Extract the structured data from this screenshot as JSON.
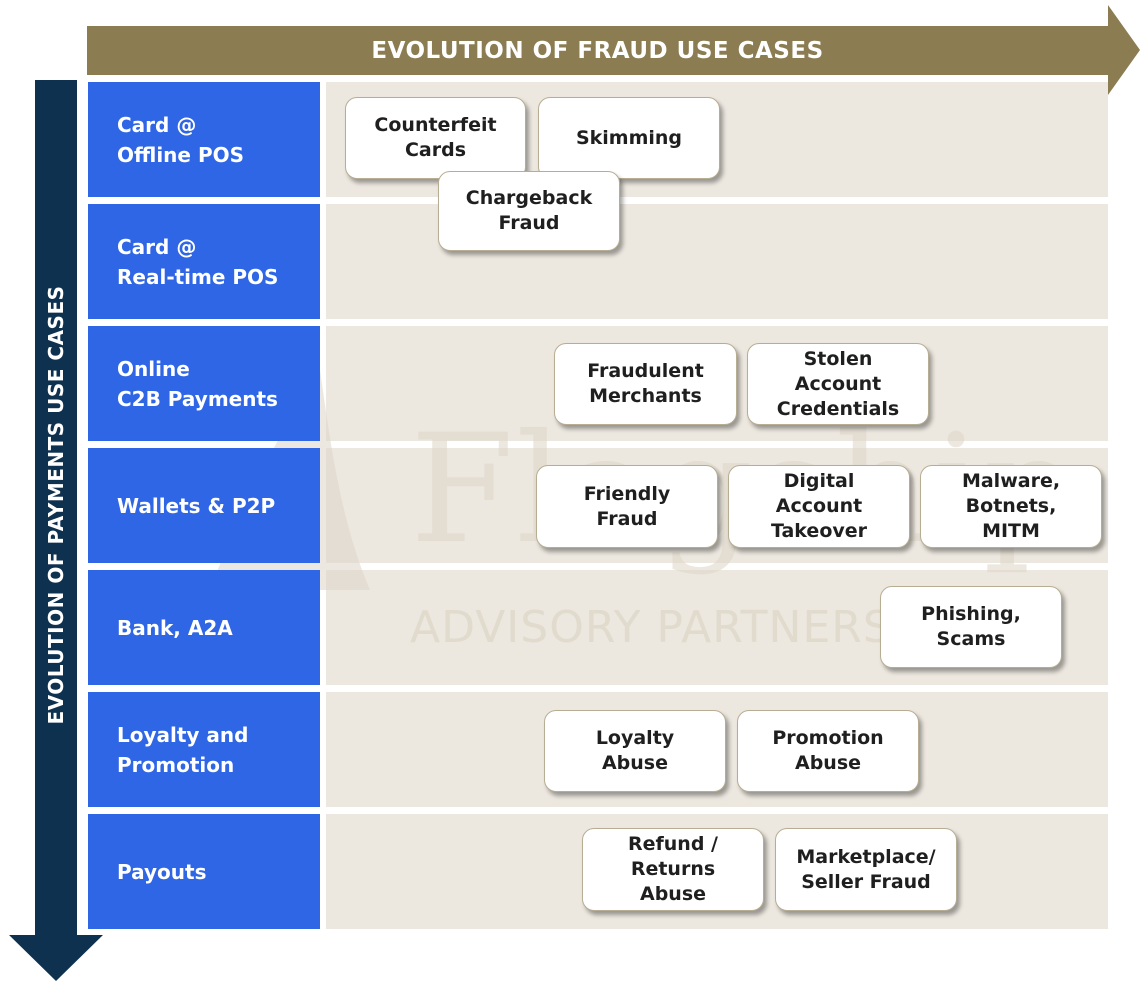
{
  "diagram": {
    "top_arrow_label": "EVOLUTION OF FRAUD USE CASES",
    "side_arrow_label": "EVOLUTION OF PAYMENTS USE CASES",
    "colors": {
      "arrow_gold": "#8c7c52",
      "arrow_navy": "#0f3150",
      "row_label_blue": "#2f66e5",
      "row_band": "#ece7df",
      "box_border": "#b7ad92"
    },
    "watermark": {
      "line1": "Flagship",
      "line2": "ADVISORY PARTNERS"
    },
    "rows": [
      {
        "label": "Card @\nOffline POS"
      },
      {
        "label": "Card @\nReal-time POS"
      },
      {
        "label": "Online\nC2B Payments"
      },
      {
        "label": "Wallets & P2P"
      },
      {
        "label": "Bank, A2A"
      },
      {
        "label": "Loyalty and\nPromotion"
      },
      {
        "label": "Payouts"
      }
    ],
    "fraud_cases": [
      {
        "label": "Counterfeit\nCards"
      },
      {
        "label": "Skimming"
      },
      {
        "label": "Chargeback\nFraud"
      },
      {
        "label": "Fraudulent\nMerchants"
      },
      {
        "label": "Stolen\nAccount\nCredentials"
      },
      {
        "label": "Friendly\nFraud"
      },
      {
        "label": "Digital\nAccount\nTakeover"
      },
      {
        "label": "Malware,\nBotnets,\nMITM"
      },
      {
        "label": "Phishing,\nScams"
      },
      {
        "label": "Loyalty\nAbuse"
      },
      {
        "label": "Promotion\nAbuse"
      },
      {
        "label": "Refund /\nReturns\nAbuse"
      },
      {
        "label": "Marketplace/\nSeller Fraud"
      }
    ]
  }
}
